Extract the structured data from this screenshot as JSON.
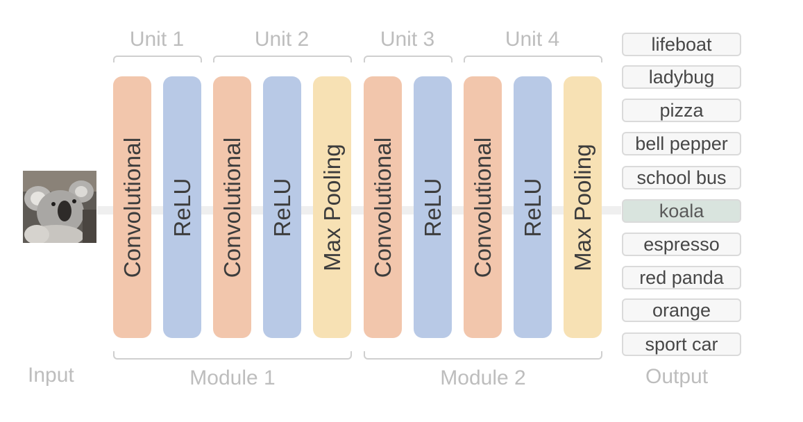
{
  "input_label": "Input",
  "output_label": "Output",
  "units": [
    "Unit 1",
    "Unit 2",
    "Unit 3",
    "Unit 4"
  ],
  "modules": [
    "Module 1",
    "Module 2"
  ],
  "layers": [
    {
      "label": "Convolutional",
      "kind": "conv"
    },
    {
      "label": "ReLU",
      "kind": "relu"
    },
    {
      "label": "Convolutional",
      "kind": "conv"
    },
    {
      "label": "ReLU",
      "kind": "relu"
    },
    {
      "label": "Max Pooling",
      "kind": "pool"
    },
    {
      "label": "Convolutional",
      "kind": "conv"
    },
    {
      "label": "ReLU",
      "kind": "relu"
    },
    {
      "label": "Convolutional",
      "kind": "conv"
    },
    {
      "label": "ReLU",
      "kind": "relu"
    },
    {
      "label": "Max Pooling",
      "kind": "pool"
    }
  ],
  "outputs": [
    {
      "label": "lifeboat"
    },
    {
      "label": "ladybug"
    },
    {
      "label": "pizza"
    },
    {
      "label": "bell pepper"
    },
    {
      "label": "school bus"
    },
    {
      "label": "koala",
      "selected": true
    },
    {
      "label": "espresso"
    },
    {
      "label": "red panda"
    },
    {
      "label": "orange"
    },
    {
      "label": "sport car"
    }
  ],
  "colors": {
    "conv": "#f2c6ac",
    "relu": "#b8c9e6",
    "pool": "#f7e1b4",
    "selected_output": "#d9e4de"
  }
}
